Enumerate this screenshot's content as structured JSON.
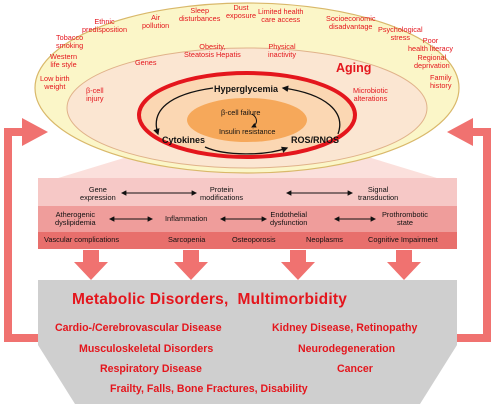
{
  "outer_factors": [
    {
      "id": "tobacco",
      "text": "Tobacco\nsmoking"
    },
    {
      "id": "ethnic",
      "text": "Ethnic\npredisposition"
    },
    {
      "id": "air",
      "text": "Air\npollution"
    },
    {
      "id": "sleep",
      "text": "Sleep\ndisturbances"
    },
    {
      "id": "dust",
      "text": "Dust\nexposure"
    },
    {
      "id": "limited",
      "text": "Limited health\ncare access"
    },
    {
      "id": "socio",
      "text": "Socioeconomic\ndisadvantage"
    },
    {
      "id": "psych",
      "text": "Psychological\nstress"
    },
    {
      "id": "poor",
      "text": "Poor\nhealth literacy"
    },
    {
      "id": "western",
      "text": "Western\nlife style"
    },
    {
      "id": "regional",
      "text": "Regional\ndeprivation"
    },
    {
      "id": "lowbirth",
      "text": "Low birth\nweight"
    },
    {
      "id": "family",
      "text": "Family\nhistory"
    }
  ],
  "middle_factors": [
    {
      "id": "genes",
      "text": "Genes"
    },
    {
      "id": "obesity",
      "text": "Obesity,\nSteatosis Hepatis"
    },
    {
      "id": "physical",
      "text": "Physical\ninactivity"
    },
    {
      "id": "aging",
      "text": "Aging"
    },
    {
      "id": "betacell",
      "text": "β-cell\ninjury"
    },
    {
      "id": "microbiotic",
      "text": "Microbiotic\nalterations"
    }
  ],
  "core": {
    "hyperglycemia": "Hyperglycemia",
    "cytokines": "Cytokines",
    "ros": "ROS/RNOS",
    "beta_failure": "β-cell failure",
    "insulin_resistance": "Insulin resistance"
  },
  "mechanisms": {
    "row1": [
      "Gene\nexpression",
      "Protein\nmodifications",
      "Signal\ntransduction"
    ],
    "row2": [
      "Atherogenic\ndyslipidemia",
      "Inflammation",
      "Endothelial\ndysfunction",
      "Prothrombotic\nstate"
    ],
    "row3": [
      "Vascular complications",
      "Sarcopenia",
      "Osteoporosis",
      "Neoplasms",
      "Cognitive Impairment"
    ]
  },
  "outcomes": {
    "title": "Metabolic Disorders,  Multimorbidity",
    "left": [
      "Cardio-/Cerebrovascular Disease",
      "Musculoskeletal Disorders",
      "Respiratory Disease"
    ],
    "right": [
      "Kidney Disease, Retinopathy",
      "Neurodegeneration",
      "Cancer"
    ],
    "bottom": "Frailty, Falls, Bone Fractures, Disability"
  },
  "colors": {
    "accent_red": "#e4161d",
    "outer_ellipse": "#fbf6c8",
    "middle_ellipse": "#fbe6d2",
    "core_ellipse": "#f6c393",
    "band_light": "#f6c8c6",
    "band_mid": "#ef9d9b",
    "band_dark": "#e86f6c",
    "outcome_box": "#cfcfcf"
  }
}
